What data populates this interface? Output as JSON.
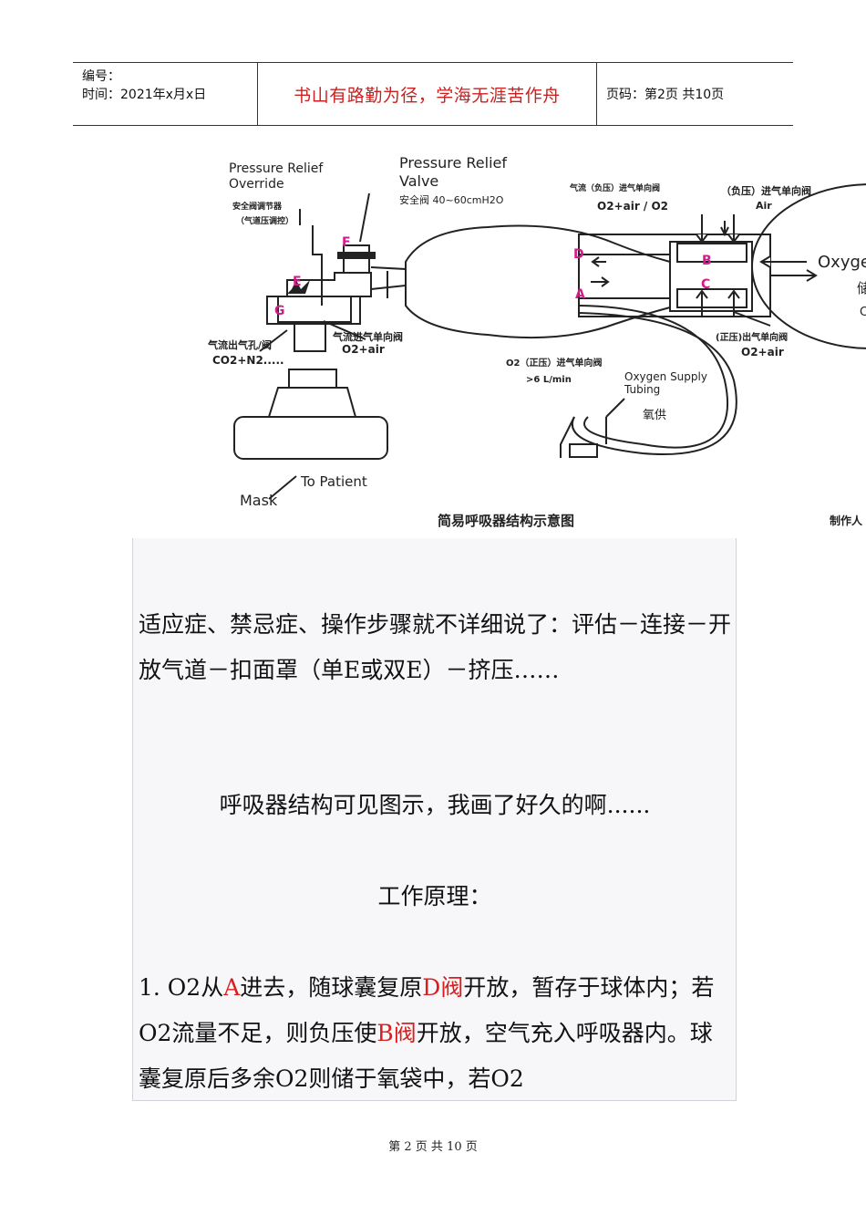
{
  "header": {
    "serial_label": "编号：",
    "date_text": "时间：2021年x月x日",
    "motto": "书山有路勤为径，学海无涯苦作舟",
    "page_info": "页码：第2页  共10页"
  },
  "diagram": {
    "labels": {
      "override_en": "Pressure Relief\nOverride",
      "override_cn": "安全阀调节器",
      "override_cn2": "（气道压调控）",
      "valve_en": "Pressure Relief\nValve",
      "valve_cn": "安全阀 40~60cmH2O",
      "flow_out_cn": "气流出气孔/阀",
      "flow_out_gas": "CO2+N2.....",
      "flow_in_cn": "气流进气单向阀",
      "flow_in_gas": "O2+air",
      "top_mid_cn": "气流（负压）进气单向阀",
      "top_mid_gas": "O2+air / O2",
      "top_right_cn": "（负压）进气单向阀",
      "top_right_gas": "Air",
      "oxygen_partial": "Oxyge",
      "right_cn_frag": "储",
      "right_frag2": "C",
      "o2_inlet_cn": "O2（正压）进气单向阀",
      "o2_inlet_rate": ">6 L/min",
      "exhaust_cn": "(正压)出气单向阀",
      "exhaust_gas": "O2+air",
      "tubing_en": "Oxygen Supply\nTubing",
      "tubing_cn": "氧供",
      "to_patient": "To Patient",
      "mask": "Mask",
      "caption": "简易呼吸器结构示意图",
      "author": "制作人"
    },
    "markers": [
      "A",
      "B",
      "C",
      "D",
      "E",
      "F",
      "G"
    ]
  },
  "body": {
    "p1": "适应症、禁忌症、操作步骤就不详细说了：评估－连接－开放气道－扣面罩（单E或双E）－挤压……",
    "p2": "呼吸器结构可见图示，我画了好久的啊......",
    "p3": "工作原理：",
    "p4_a": "1. O2从",
    "p4_b": "A",
    "p4_c": "进去，随球囊复原",
    "p4_d": "D阀",
    "p4_e": "开放，暂存于球体内；若O2流量不足，则负压使",
    "p4_f": "B阀",
    "p4_g": "开放，空气充入呼吸器内。球囊复原后多余O2则储于氧袋中，若O2"
  },
  "footer": {
    "text": "第 2 页 共 10 页"
  },
  "colors": {
    "accent_red": "#d81e1e",
    "marker_pink": "#d21b8a"
  }
}
